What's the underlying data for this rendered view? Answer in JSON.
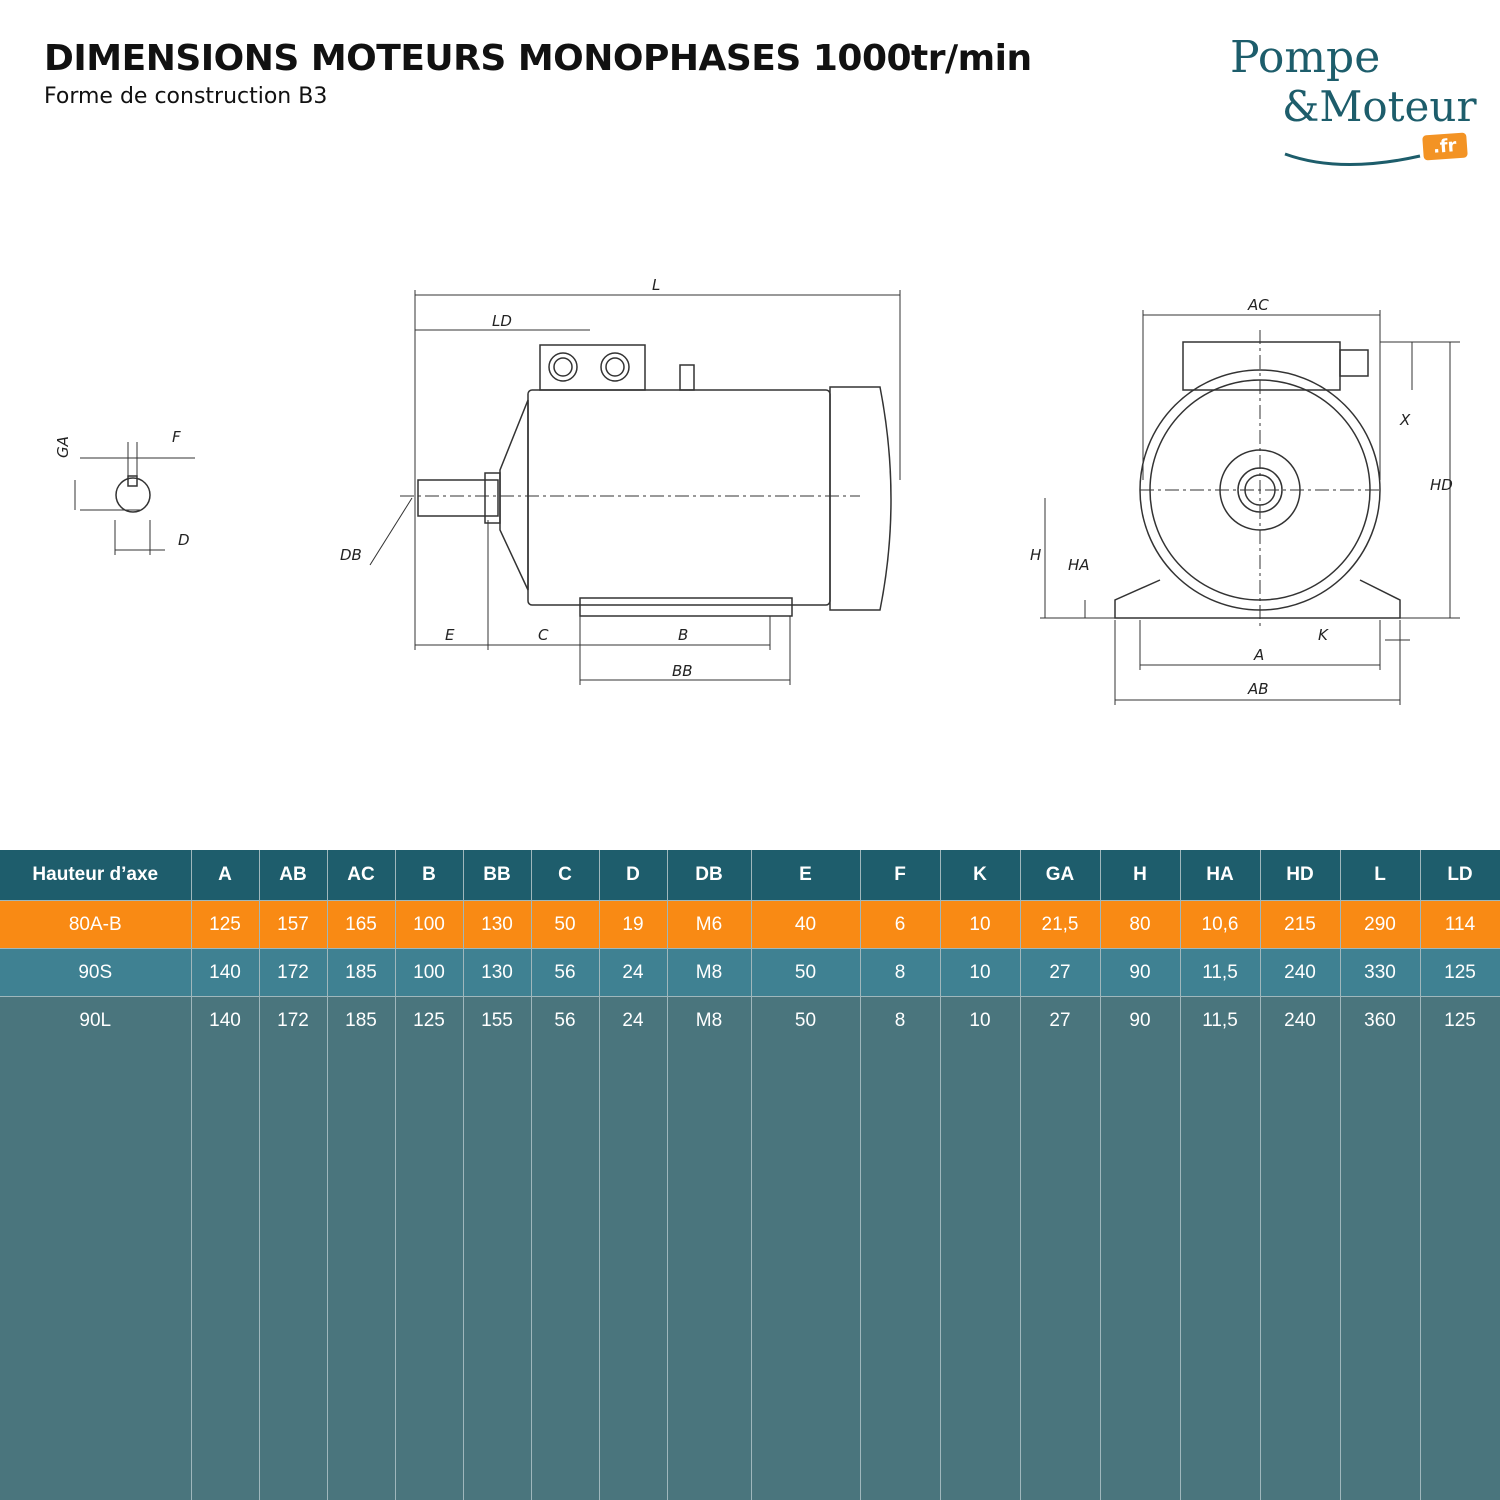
{
  "header": {
    "title": "DIMENSIONS MOTEURS MONOPHASES 1000tr/min",
    "subtitle": "Forme de construction B3"
  },
  "logo": {
    "line1": "Pompe",
    "line2": "&Moteur",
    "tld": ".fr"
  },
  "drawing_labels": {
    "GA": "GA",
    "F": "F",
    "D": "D",
    "L": "L",
    "LD": "LD",
    "DB": "DB",
    "E": "E",
    "C": "C",
    "B": "B",
    "BB": "BB",
    "AC": "AC",
    "X": "X",
    "HD": "HD",
    "H": "H",
    "HA": "HA",
    "K": "K",
    "A": "A",
    "AB": "AB"
  },
  "table": {
    "columns": [
      "Hauteur d’axe",
      "A",
      "AB",
      "AC",
      "B",
      "BB",
      "C",
      "D",
      "DB",
      "E",
      "F",
      "K",
      "GA",
      "H",
      "HA",
      "HD",
      "L",
      "LD"
    ],
    "rows": [
      [
        "80A-B",
        "125",
        "157",
        "165",
        "100",
        "130",
        "50",
        "19",
        "M6",
        "40",
        "6",
        "10",
        "21,5",
        "80",
        "10,6",
        "215",
        "290",
        "114"
      ],
      [
        "90S",
        "140",
        "172",
        "185",
        "100",
        "130",
        "56",
        "24",
        "M8",
        "50",
        "8",
        "10",
        "27",
        "90",
        "11,5",
        "240",
        "330",
        "125"
      ],
      [
        "90L",
        "140",
        "172",
        "185",
        "125",
        "155",
        "56",
        "24",
        "M8",
        "50",
        "8",
        "10",
        "27",
        "90",
        "11,5",
        "240",
        "360",
        "125"
      ]
    ]
  },
  "colors": {
    "header": "#1e5d6c",
    "highlight": "#f98a14",
    "row_alt": "#3f8192",
    "row": "#4a757d",
    "brand": "#1d5d6b"
  }
}
